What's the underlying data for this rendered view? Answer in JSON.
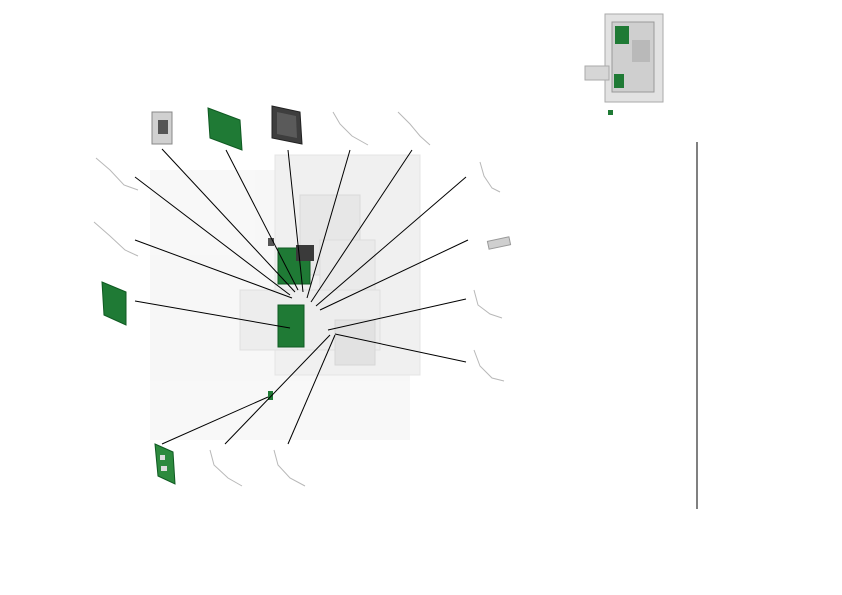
{
  "diagram": {
    "type": "exploded-assembly-view",
    "colors": {
      "pcb_green": "#1f7a35",
      "pcb_green_dark": "#0f5a22",
      "metal_light": "#d8d8d8",
      "metal_dark": "#6e6e6e",
      "leader_line": "#000000",
      "ghost_assembly": "#ececec"
    },
    "parts": [
      {
        "name": "cable-harness-left-upper",
        "kind": "cable"
      },
      {
        "name": "power-supply-module",
        "kind": "module"
      },
      {
        "name": "pcb-board-top",
        "kind": "pcb"
      },
      {
        "name": "display-panel",
        "kind": "panel"
      },
      {
        "name": "cable-harness-top-1",
        "kind": "cable"
      },
      {
        "name": "cable-harness-top-2",
        "kind": "cable"
      },
      {
        "name": "cable-harness-right-1",
        "kind": "cable"
      },
      {
        "name": "connector-strip",
        "kind": "connector"
      },
      {
        "name": "cable-harness-right-2",
        "kind": "cable"
      },
      {
        "name": "cable-harness-right-3",
        "kind": "cable"
      },
      {
        "name": "cable-harness-left-middle",
        "kind": "cable"
      },
      {
        "name": "pcb-board-left",
        "kind": "pcb"
      },
      {
        "name": "small-pcb-bottom",
        "kind": "pcb"
      },
      {
        "name": "cable-harness-bottom-1",
        "kind": "cable"
      },
      {
        "name": "cable-harness-bottom-2",
        "kind": "cable"
      }
    ]
  }
}
